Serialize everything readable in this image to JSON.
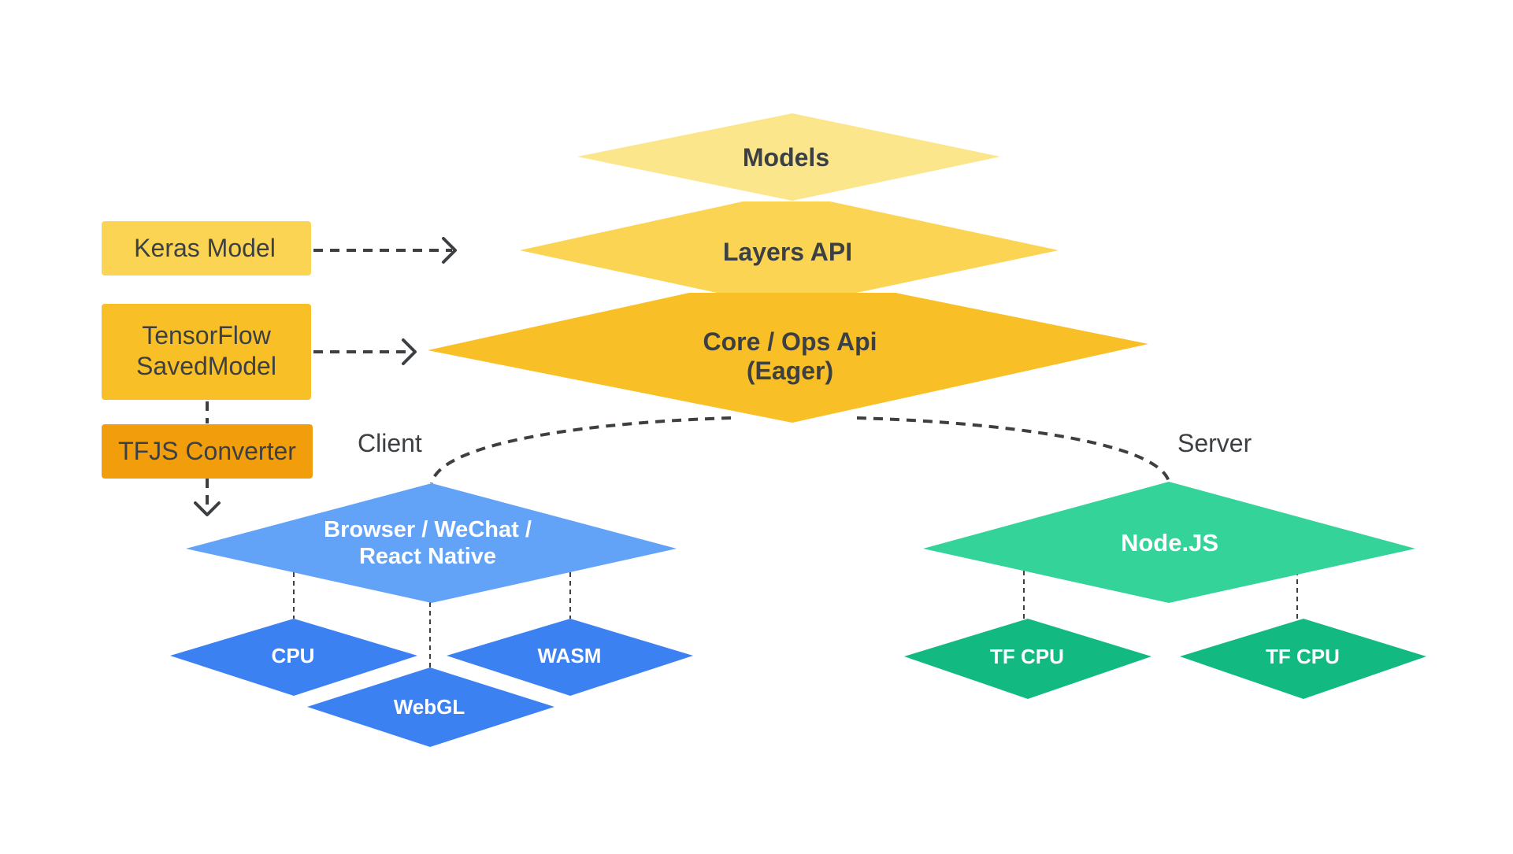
{
  "colors": {
    "models": "#fce68b",
    "layers": "#fbd453",
    "core": "#f9bf26",
    "keras_box": "#fbd453",
    "savedmodel_box": "#f9bf26",
    "converter_box": "#f29e0c",
    "client_main": "#62a3f7",
    "client_backend": "#3c81f2",
    "server_main": "#34d399",
    "server_backend": "#12b981",
    "text_dark": "#3c4043",
    "connector": "#3c4043"
  },
  "layers": {
    "models": "Models",
    "layers_api": "Layers API",
    "core_line1": "Core / Ops Api",
    "core_line2": "(Eager)"
  },
  "inputs": {
    "keras": "Keras Model",
    "savedmodel_line1": "TensorFlow",
    "savedmodel_line2": "SavedModel",
    "converter": "TFJS Converter"
  },
  "client": {
    "label": "Client",
    "main_line1": "Browser / WeChat /",
    "main_line2": "React Native",
    "backends": [
      "CPU",
      "WASM",
      "WebGL"
    ]
  },
  "server": {
    "label": "Server",
    "main": "Node.JS",
    "backends": [
      "TF CPU",
      "TF CPU"
    ]
  }
}
